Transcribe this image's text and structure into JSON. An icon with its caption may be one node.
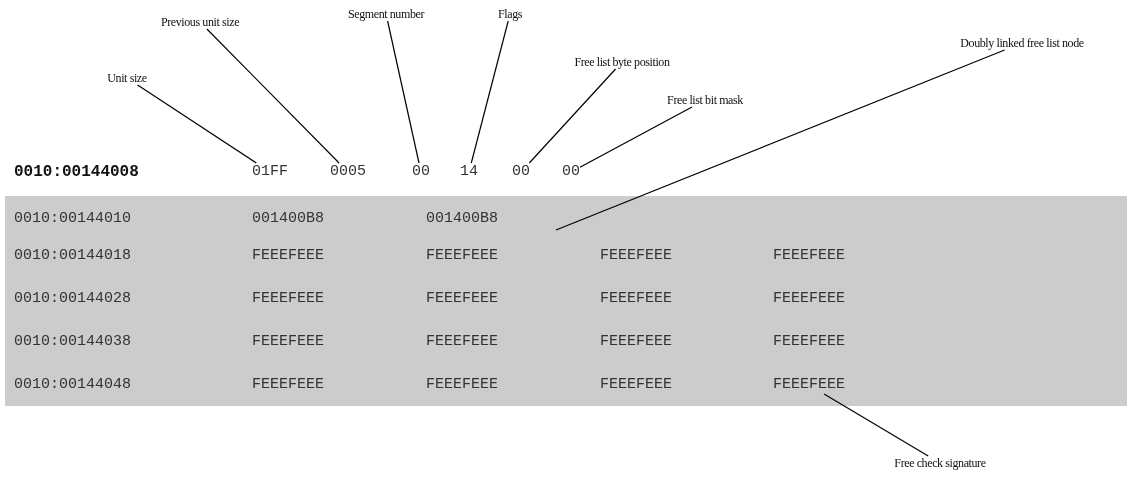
{
  "diagram": {
    "nodes": [
      {
        "text": [
          "Unit size"
        ]
      },
      {
        "text": [
          "Previous unit size"
        ]
      },
      {
        "text": [
          "Segment number"
        ]
      },
      {
        "text": [
          "Flags"
        ]
      },
      {
        "text": [
          "Free list byte position"
        ]
      },
      {
        "text": [
          "Free list bit mask"
        ]
      },
      {
        "text": [
          "Doubly linked free list node"
        ]
      },
      {
        "text": [
          "Free check signature"
        ]
      },
      {
        "text": [
          "01FF"
        ]
      },
      {
        "text": [
          "0005"
        ]
      },
      {
        "text": [
          "00"
        ]
      },
      {
        "text": [
          "14"
        ]
      },
      {
        "text": [
          "00"
        ]
      },
      {
        "text": [
          "00"
        ]
      },
      {
        "text": [
          "FEEEFEEE"
        ]
      }
    ],
    "edges": [
      {
        "from": 0,
        "to": 8,
        "arrow": "none"
      },
      {
        "from": 1,
        "to": 9,
        "arrow": "none"
      },
      {
        "from": 2,
        "to": 10,
        "arrow": "none"
      },
      {
        "from": 3,
        "to": 11,
        "arrow": "none"
      },
      {
        "from": 4,
        "to": 12,
        "arrow": "none"
      },
      {
        "from": 5,
        "to": 13,
        "arrow": "none"
      },
      {
        "from": 6,
        "to": null,
        "arrow": "none"
      },
      {
        "from": 7,
        "to": 14,
        "arrow": "none"
      }
    ],
    "labels": [
      "0010:00144008",
      "0010:00144010",
      "001400B8",
      "001400B8",
      "0010:00144018",
      "FEEEFEEE",
      "FEEEFEEE",
      "FEEEFEEE",
      "FEEEFEEE",
      "0010:00144028",
      "FEEEFEEE",
      "FEEEFEEE",
      "FEEEFEEE",
      "FEEEFEEE",
      "0010:00144038",
      "FEEEFEEE",
      "FEEEFEEE",
      "FEEEFEEE",
      "FEEEFEEE",
      "0010:00144048",
      "FEEEFEEE",
      "FEEEFEEE",
      "FEEEFEEE"
    ]
  }
}
